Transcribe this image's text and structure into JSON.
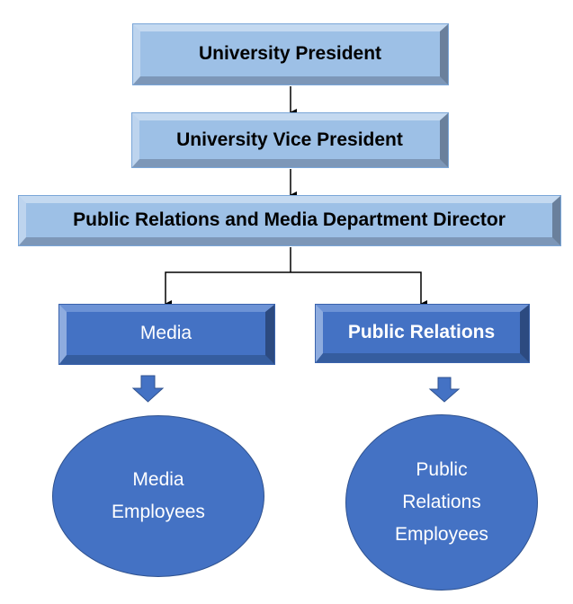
{
  "nodes": {
    "president": "University President",
    "vice_president": "University Vice President",
    "director": "Public Relations and Media Department Director",
    "media": "Media",
    "public_relations": "Public Relations",
    "media_employees_line1": "Media",
    "media_employees_line2": "Employees",
    "pr_employees_line1": "Public",
    "pr_employees_line2": "Relations",
    "pr_employees_line3": "Employees"
  },
  "colors": {
    "light_box": "#9dc0e6",
    "dark_box": "#4472c4",
    "connector": "#000000"
  }
}
